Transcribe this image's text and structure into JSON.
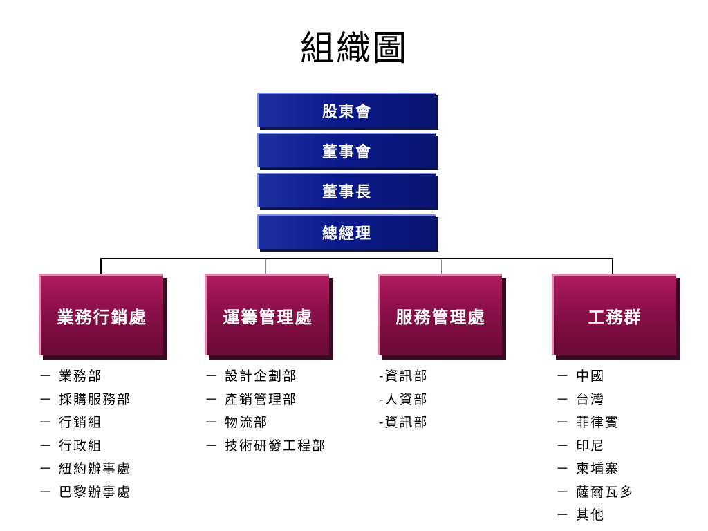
{
  "title": "組織圖",
  "executive": [
    "股東會",
    "董事會",
    "董事長",
    "總經理"
  ],
  "departments": [
    {
      "label": "業務行銷處",
      "items": [
        "－ 業務部",
        "－ 採購服務部",
        "－ 行銷組",
        "－ 行政組",
        "－ 紐約辦事處",
        "－ 巴黎辦事處"
      ]
    },
    {
      "label": "運籌管理處",
      "items": [
        "－ 設計企劃部",
        "－ 產銷管理部",
        "－ 物流部",
        "－ 技術研發工程部"
      ]
    },
    {
      "label": "服務管理處",
      "items": [
        "-資訊部",
        "-人資部",
        "-資訊部"
      ]
    },
    {
      "label": "工務群",
      "items": [
        "－ 中國",
        "－ 台灣",
        "－ 菲律賓",
        "－ 印尼",
        "－ 柬埔寨",
        "－ 薩爾瓦多",
        "－ 其他"
      ]
    }
  ]
}
